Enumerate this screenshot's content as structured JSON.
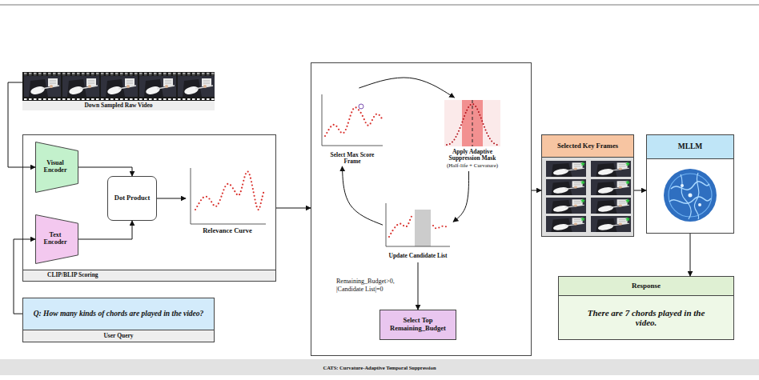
{
  "diagram": {
    "caption": "CATS: Curvature-Adaptive Temporal Suppression",
    "nodes": [
      {
        "text": [
          "Down Sampled Raw Video"
        ]
      },
      {
        "text": [
          "CLIP/BLIP Scoring"
        ]
      },
      {
        "text": [
          "Visual Encoder"
        ],
        "in": 1
      },
      {
        "text": [
          "Text Encoder"
        ],
        "in": 1
      },
      {
        "text": [
          "Dot Product"
        ],
        "in": 1
      },
      {
        "text": [
          "Relevance Curve"
        ],
        "in": 1
      },
      {
        "text": [
          "Q: How many kinds of chords are played in the video?",
          "User Query"
        ]
      },
      {
        "text": []
      },
      {
        "text": [
          "Select Max Score Frame"
        ],
        "in": 7
      },
      {
        "text": [
          "Apply Adaptive Suppression Mask",
          "(Half-life + Curvature)"
        ],
        "in": 7
      },
      {
        "text": [
          "Update Candidate List"
        ],
        "in": 7
      },
      {
        "text": [
          "Select Top Remaining_Budget"
        ],
        "in": 7
      },
      {
        "text": [
          "Selected Key Frames"
        ]
      },
      {
        "text": [
          "MLLM"
        ]
      },
      {
        "text": [
          "Response",
          "There are 7 chords played in the video."
        ]
      }
    ],
    "edges": [
      {
        "from": 0,
        "to": 2,
        "arrow": "to"
      },
      {
        "from": 2,
        "to": 4,
        "arrow": "to"
      },
      {
        "from": 3,
        "to": 4,
        "arrow": "to"
      },
      {
        "from": 4,
        "to": 5,
        "arrow": "to"
      },
      {
        "from": 6,
        "to": 3,
        "arrow": "to"
      },
      {
        "from": 1,
        "to": 7,
        "arrow": "to"
      },
      {
        "from": 8,
        "to": 9,
        "arrow": "to"
      },
      {
        "from": 9,
        "to": 10,
        "arrow": "to"
      },
      {
        "from": 10,
        "to": 8,
        "arrow": "to"
      },
      {
        "from": 10,
        "to": 11,
        "label": "Remaining_Budget>0, |Candidate List|=0",
        "arrow": "to"
      },
      {
        "from": 7,
        "to": 12,
        "arrow": "to"
      },
      {
        "from": 12,
        "to": 13,
        "arrow": "to"
      },
      {
        "from": 13,
        "to": 14,
        "arrow": "to"
      }
    ]
  }
}
